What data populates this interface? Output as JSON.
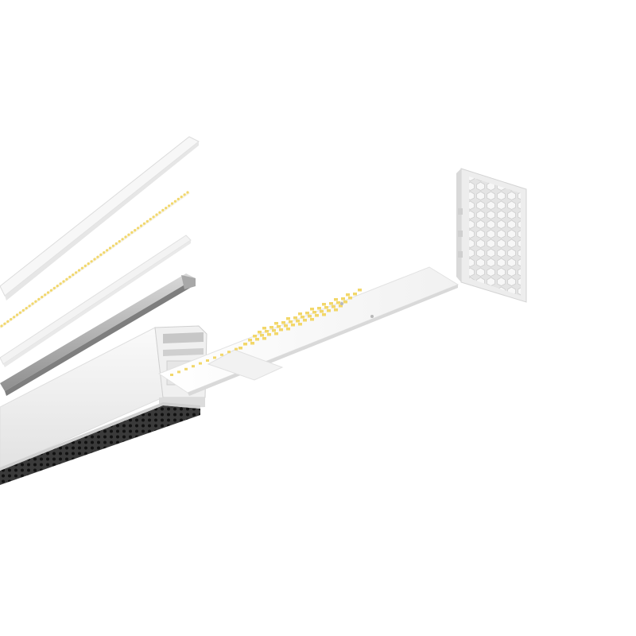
{
  "scene": {
    "background": "#ffffff",
    "components": [
      "diffuser-cover",
      "led-strip",
      "clear-lens-strip",
      "aluminum-rail",
      "housing-profile",
      "honeycomb-louver",
      "led-module-board",
      "honeycomb-end-cap"
    ],
    "colors": {
      "white_body": "#f4f4f4",
      "shadow_grey": "#d6d6d6",
      "aluminum": "#b9b9b9",
      "led_yellow": "#f2d76a",
      "honeycomb": "#2e2e2e"
    }
  }
}
